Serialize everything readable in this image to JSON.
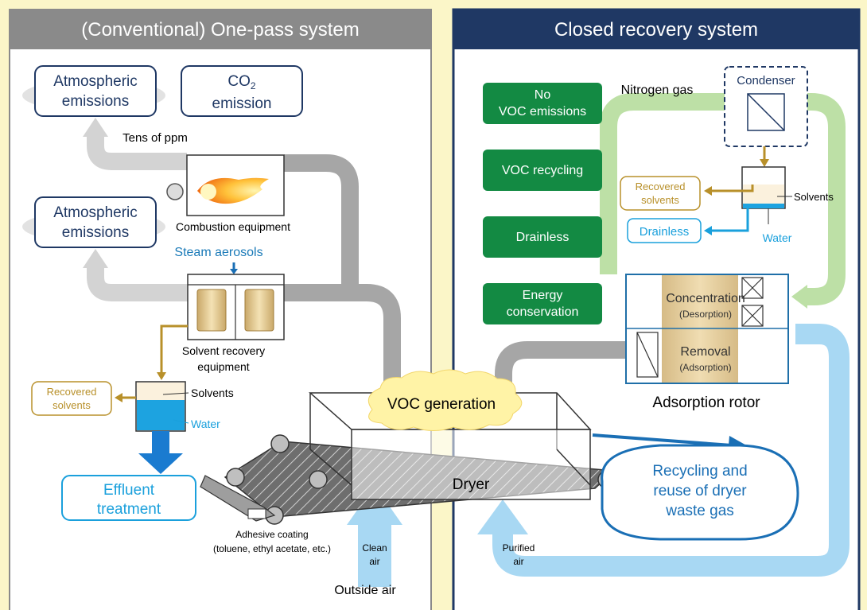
{
  "left_panel": {
    "title": "(Conventional) One-pass system",
    "atmospheric_emissions_top": [
      "Atmospheric",
      "emissions"
    ],
    "co2_emission": [
      "CO",
      "2",
      "emission"
    ],
    "tens_of_ppm": "Tens of ppm",
    "atmospheric_emissions_mid": [
      "Atmospheric",
      "emissions"
    ],
    "combustion_equipment": "Combustion equipment",
    "steam_aerosols": "Steam aerosols",
    "solvent_recovery_equipment": [
      "Solvent recovery",
      "equipment"
    ],
    "recovered_solvents": [
      "Recovered",
      "solvents"
    ],
    "solvents": "Solvents",
    "water": "Water",
    "effluent_treatment": [
      "Effluent",
      "treatment"
    ],
    "adhesive_coating": [
      "Adhesive coating",
      "(toluene, ethyl acetate, etc.)"
    ],
    "clean_air": [
      "Clean",
      "air"
    ],
    "outside_air": "Outside air"
  },
  "center": {
    "voc_generation": "VOC generation",
    "dryer": "Dryer"
  },
  "right_panel": {
    "title": "Closed recovery system",
    "benefits": [
      [
        "No",
        "VOC emissions"
      ],
      [
        "VOC recycling"
      ],
      [
        "Drainless"
      ],
      [
        "Energy",
        "conservation"
      ]
    ],
    "nitrogen_gas": "Nitrogen gas",
    "condenser": "Condenser",
    "recovered_solvents": [
      "Recovered",
      "solvents"
    ],
    "solvents": "Solvents",
    "drainless": "Drainless",
    "water": "Water",
    "concentration": "Concentration",
    "desorption": "(Desorption)",
    "removal": "Removal",
    "adsorption": "(Adsorption)",
    "adsorption_rotor": "Adsorption rotor",
    "recycling": [
      "Recycling and",
      "reuse of dryer",
      "waste gas"
    ],
    "purified_air": [
      "Purified",
      "air"
    ]
  },
  "colors": {
    "left_header": "#8a8a8a",
    "right_header": "#1f3864",
    "green_box": "#138a43",
    "gold": "#b8902a",
    "cyan": "#1aa0dc",
    "light_blue_pipe": "#a8d8f3",
    "light_green_pipe": "#bde0a6",
    "gray_pipe": "#a6a6a6",
    "light_gray_pipe": "#d3d3d3"
  }
}
